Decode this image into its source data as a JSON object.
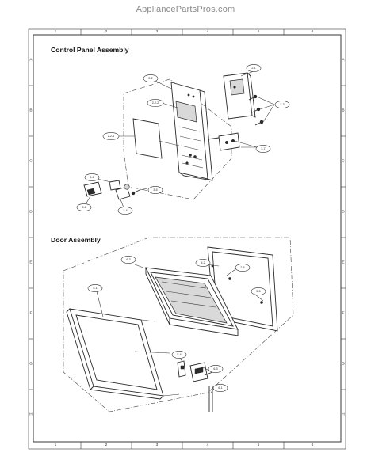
{
  "watermark": "AppliancePartsPros.com",
  "border": {
    "columns": [
      "1",
      "2",
      "3",
      "4",
      "5",
      "6"
    ],
    "rows": [
      "A",
      "B",
      "C",
      "D",
      "E",
      "F",
      "G",
      "H"
    ]
  },
  "sections": {
    "control_panel": {
      "title": "Control Panel Assembly"
    },
    "door": {
      "title": "Door Assembly"
    }
  },
  "callouts": {
    "c2_1": "2-1",
    "c2_2": "2-2",
    "c2_2_2": "2-2-2",
    "c2_2_1": "2-2-1",
    "c2_3": "2-3",
    "c2_7": "2-7",
    "c3_6a": "3-6",
    "c3_5": "3-5",
    "c3_6b": "3-6",
    "c3_4": "3-4",
    "c6_3": "6-3",
    "c5_2": "5-2",
    "c2_6": "2-6",
    "c5_5": "5-5",
    "c5_1": "5-1",
    "c5_4": "5-4",
    "c6_3b": "6-3",
    "c6_1": "6-1"
  }
}
